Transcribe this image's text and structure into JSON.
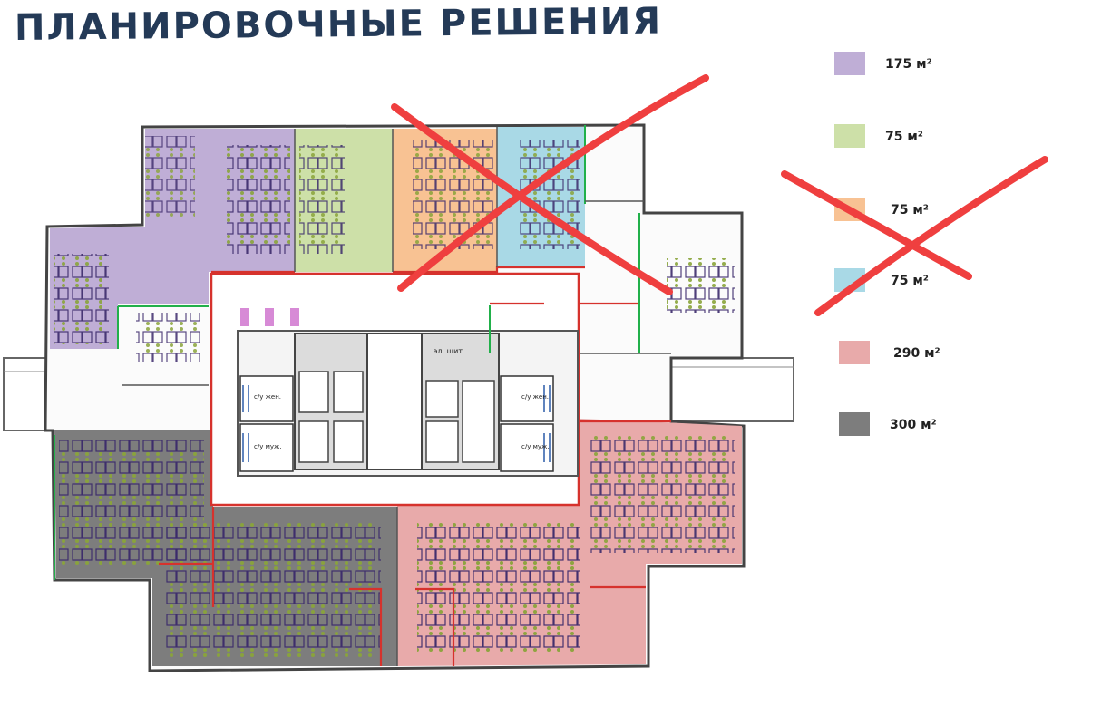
{
  "title": "ПЛАНИРОВОЧНЫЕ РЕШЕНИЯ",
  "legend": [
    {
      "label": "175 м²",
      "color": "#bfaed6"
    },
    {
      "label": "75 м²",
      "color": "#cde0a8"
    },
    {
      "label": "75 м²",
      "color": "#f8c293"
    },
    {
      "label": "75 м²",
      "color": "#a9d9e6"
    },
    {
      "label": "290 м²",
      "color": "#e8aaaa"
    },
    {
      "label": "300 м²",
      "color": "#7d7d7d"
    }
  ],
  "plan_labels": {
    "el_shaft": "эл. щит.",
    "wc_female_1": "с/у жен.",
    "wc_male_1": "с/у муж.",
    "wc_female_2": "с/у жен.",
    "wc_male_2": "с/у муж."
  },
  "colors": {
    "zone_175": "#bfaed6",
    "zone_75_green": "#cde0a8",
    "zone_75_orange": "#f8c293",
    "zone_75_blue": "#a9d9e6",
    "zone_290": "#e8aaaa",
    "zone_300": "#7d7d7d",
    "cross": "#ef3f3f",
    "walls": "#555555",
    "partition": "#d6322d",
    "furniture": "#3b2a6b",
    "chairs": "#8aa43a"
  }
}
